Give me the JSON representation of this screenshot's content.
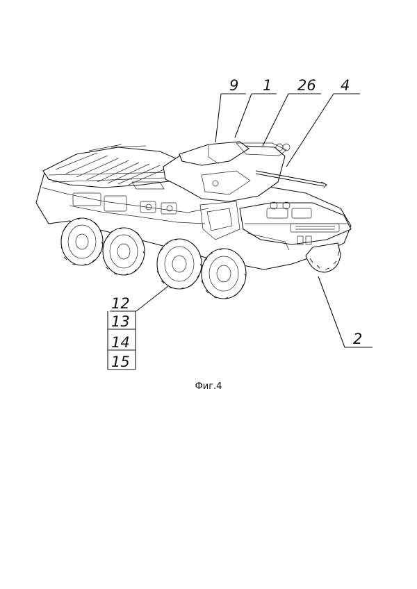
{
  "figure": {
    "caption": "Фиг.4",
    "callouts": {
      "label_9": "9",
      "label_1": "1",
      "label_26": "26",
      "label_4": "4",
      "label_2": "2",
      "label_12": "12",
      "label_13": "13",
      "label_14": "14",
      "label_15": "15"
    }
  }
}
